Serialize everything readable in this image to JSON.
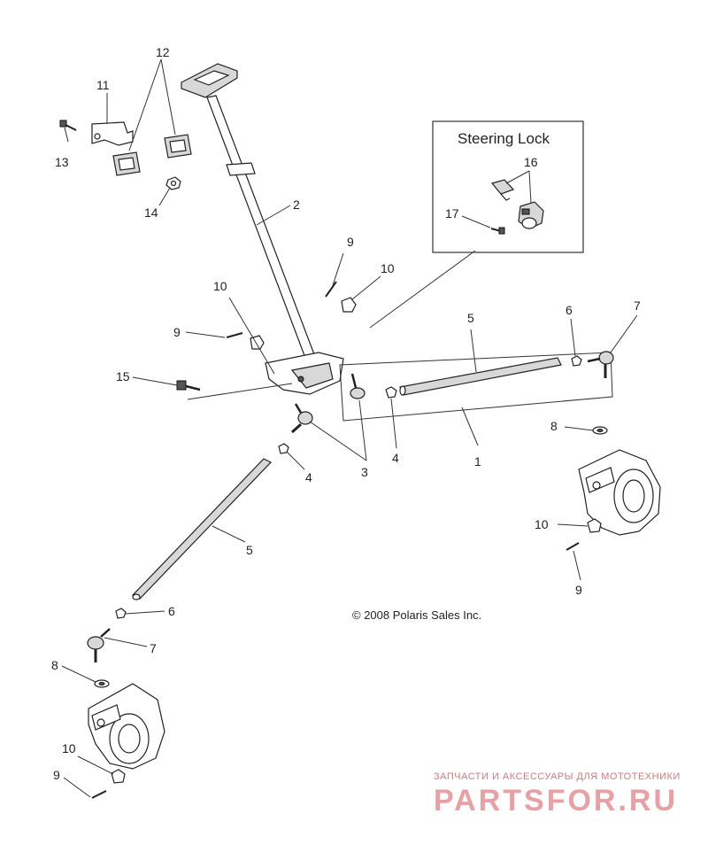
{
  "inset": {
    "title": "Steering Lock"
  },
  "callouts": {
    "c1": "1",
    "c2": "2",
    "c3": "3",
    "c4a": "4",
    "c4b": "4",
    "c5a": "5",
    "c5b": "5",
    "c6a": "6",
    "c6b": "6",
    "c7a": "7",
    "c7b": "7",
    "c8a": "8",
    "c8b": "8",
    "c9a": "9",
    "c9b": "9",
    "c9c": "9",
    "c9d": "9",
    "c10a": "10",
    "c10b": "10",
    "c10c": "10",
    "c10d": "10",
    "c11": "11",
    "c12": "12",
    "c13": "13",
    "c14": "14",
    "c15": "15",
    "c16": "16",
    "c17": "17"
  },
  "copyright": "© 2008 Polaris Sales Inc.",
  "watermark": {
    "tagline": "ЗАПЧАСТИ И АКСЕССУАРЫ ДЛЯ МОТОТЕХНИКИ",
    "brand": "PARTSFOR.RU"
  }
}
